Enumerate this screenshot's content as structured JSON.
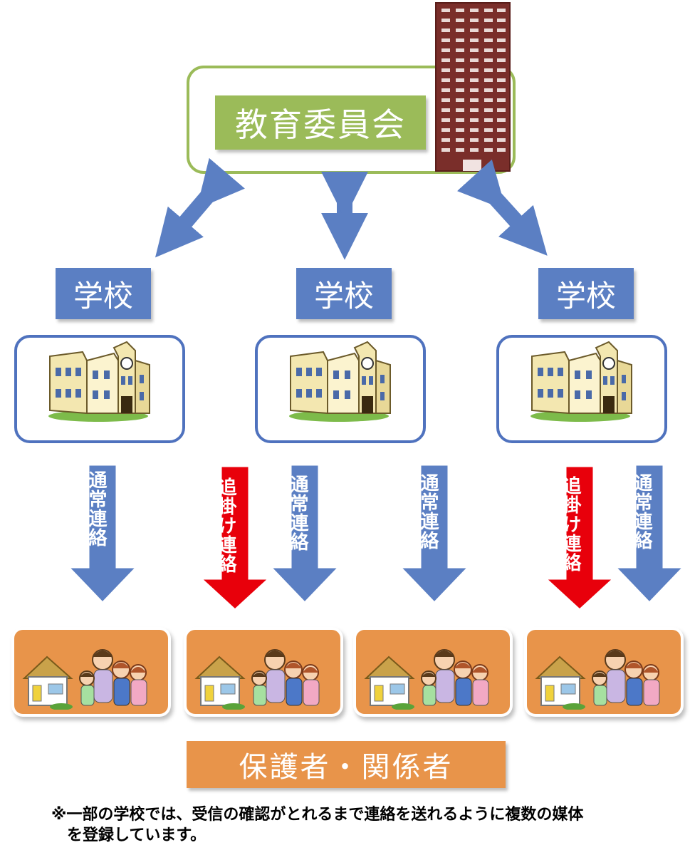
{
  "board": {
    "label": "教育委員会"
  },
  "schools": [
    {
      "label": "学校"
    },
    {
      "label": "学校"
    },
    {
      "label": "学校"
    }
  ],
  "arrows": {
    "normal": "通常連絡",
    "followup": "追掛け連絡"
  },
  "guardians": {
    "label": "保護者・関係者"
  },
  "footnote": {
    "line1": "※一部の学校では、受信の確認がとれるまで連絡を送れるように複数の媒体",
    "line2": "を登録しています。"
  },
  "colors": {
    "board": "#9bbb59",
    "school": "#5b7fc3",
    "normal_arrow": "#5b7fc3",
    "followup_arrow": "#e8000b",
    "family": "#e8944a"
  }
}
